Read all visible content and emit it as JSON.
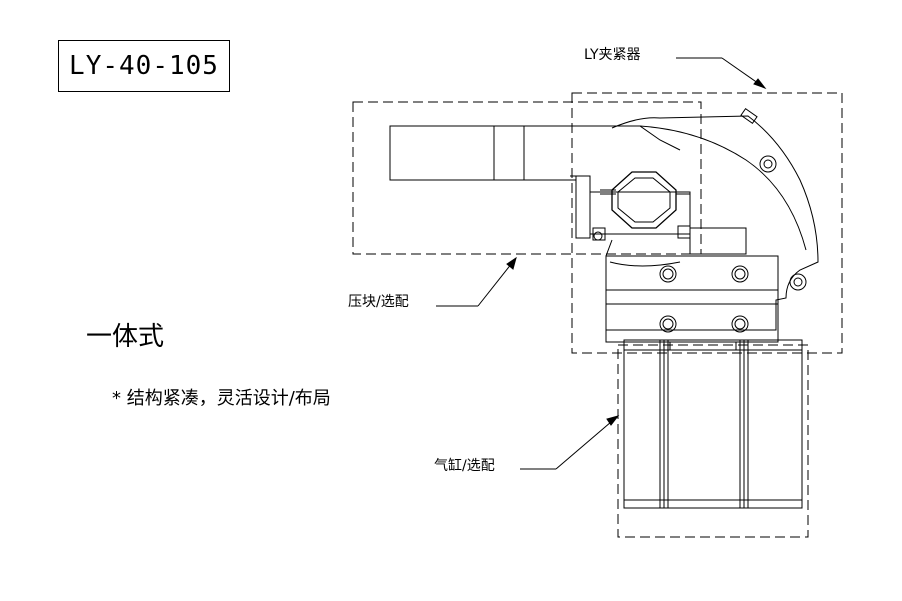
{
  "model_number": "LY-40-105",
  "title": "一体式",
  "feature_bullet": "* 结构紧凑，灵活设计/布局",
  "callouts": {
    "clamp": "LY夹紧器",
    "pressure_block": "压块/选配",
    "cylinder": "气缸/选配"
  },
  "colors": {
    "line": "#000000",
    "background": "#ffffff"
  }
}
